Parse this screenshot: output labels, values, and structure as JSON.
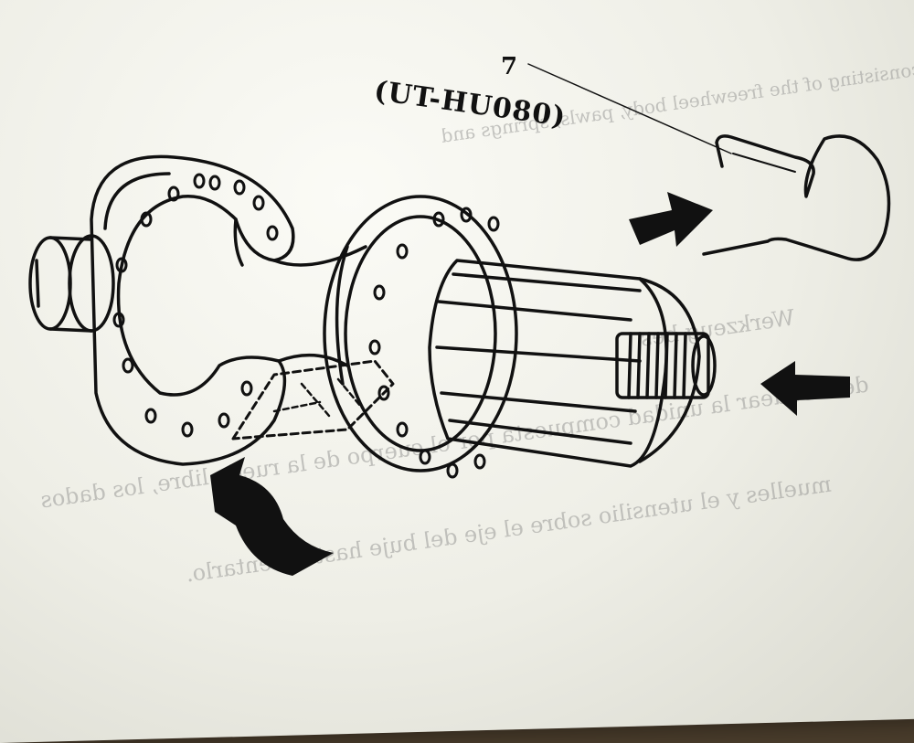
{
  "step_number": "7",
  "tool_code": "(UT-HU080)",
  "bleed_through": [
    "de bloquear la unidad compuesta por el cuerpo de la rueda libre, los dados",
    "muelles y el utensilio sobre el eje del buje hasta asentarlo.",
    "Werkzeug bes",
    "consisting of the freewheel body, pawls, springs and"
  ],
  "colors": {
    "ink": "#111111",
    "paper": "#f4f4ee",
    "bleed": "#9a9a98"
  }
}
